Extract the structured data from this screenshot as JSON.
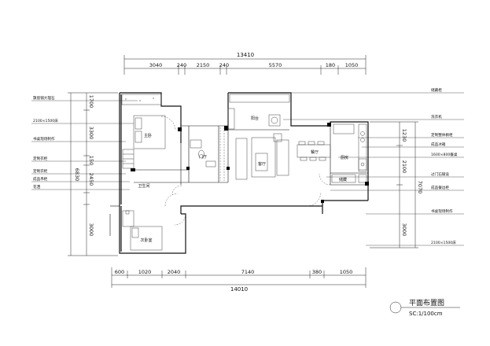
{
  "dimensions": {
    "top_total": "13410",
    "top_segments": [
      "3040",
      "240",
      "2150",
      "240",
      "5570",
      "180",
      "1050"
    ],
    "bottom_total": "14010",
    "bottom_segments": [
      "600",
      "1020",
      "2040",
      "7140",
      "380",
      "1050"
    ],
    "left_total": "6830",
    "left_segments": [
      "1700",
      "3300",
      "150",
      "2450",
      "3000"
    ],
    "right_total": "7070",
    "right_segments": [
      "1230",
      "2100",
      "3000"
    ]
  },
  "left_labels": [
    "飘窗铺大理石",
    "2100×1500床",
    "书桌现场制作",
    "定制衣柜",
    "定制衣柜",
    "成品吊柜",
    "花洒"
  ],
  "right_labels": [
    "储藏柜",
    "洗衣机",
    "定制整体橱柜",
    "成品冰箱",
    "1600×800餐桌",
    "过门石铺设",
    "成品餐边柜",
    "书桌现场制作",
    "2100×1500床"
  ],
  "rooms": {
    "master": "主卧",
    "bath": "卫生间",
    "hall": "门厅",
    "balcony": "阳台",
    "living": "客厅",
    "dining": "餐厅",
    "kitchen": "厨房",
    "storage": "储藏",
    "second": "次卧室"
  },
  "title": "平面布置图",
  "scale": "SC:1/100cm"
}
